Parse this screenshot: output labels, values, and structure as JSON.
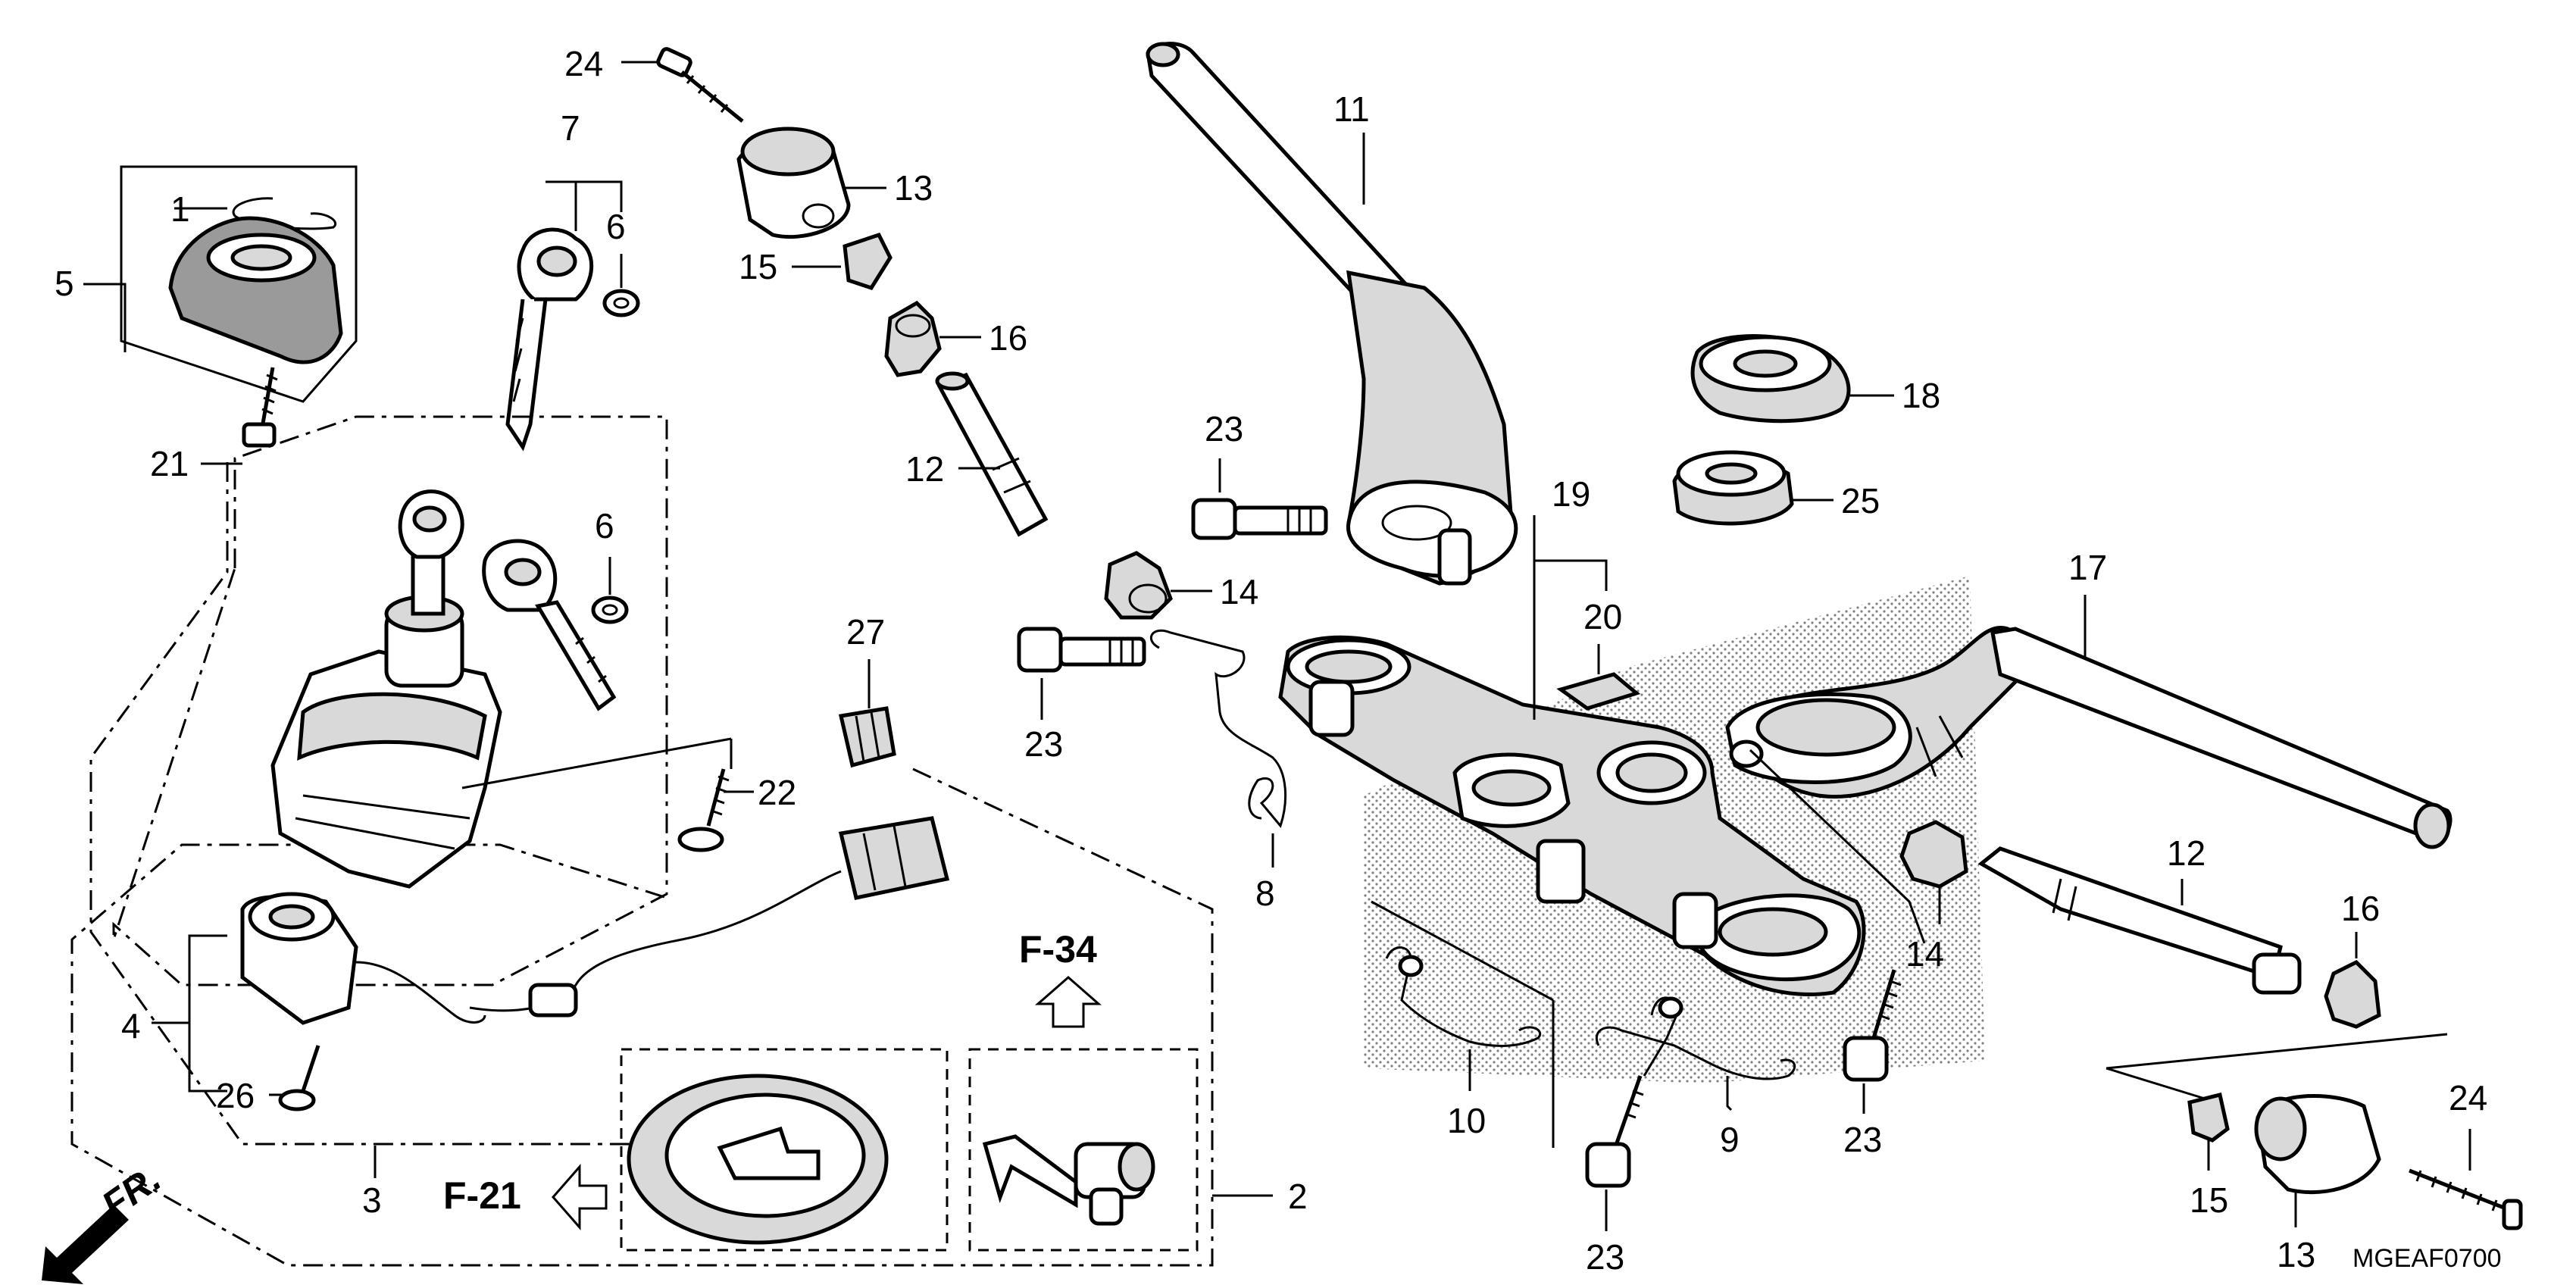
{
  "callouts": {
    "c1": "1",
    "c2": "2",
    "c3": "3",
    "c4": "4",
    "c5": "5",
    "c6a": "6",
    "c6b": "6",
    "c7": "7",
    "c8": "8",
    "c9": "9",
    "c10": "10",
    "c11": "11",
    "c12a": "12",
    "c12b": "12",
    "c13a": "13",
    "c13b": "13",
    "c14a": "14",
    "c14b": "14",
    "c15a": "15",
    "c15b": "15",
    "c16a": "16",
    "c16b": "16",
    "c17": "17",
    "c18": "18",
    "c19": "19",
    "c20": "20",
    "c21": "21",
    "c22": "22",
    "c23a": "23",
    "c23b": "23",
    "c23c": "23",
    "c23d": "23",
    "c24a": "24",
    "c24b": "24",
    "c25": "25",
    "c26": "26",
    "c27": "27"
  },
  "refs": {
    "f34": "F-34",
    "f21": "F-21",
    "front": "FR."
  },
  "diagram_code": "MGEAF0700"
}
